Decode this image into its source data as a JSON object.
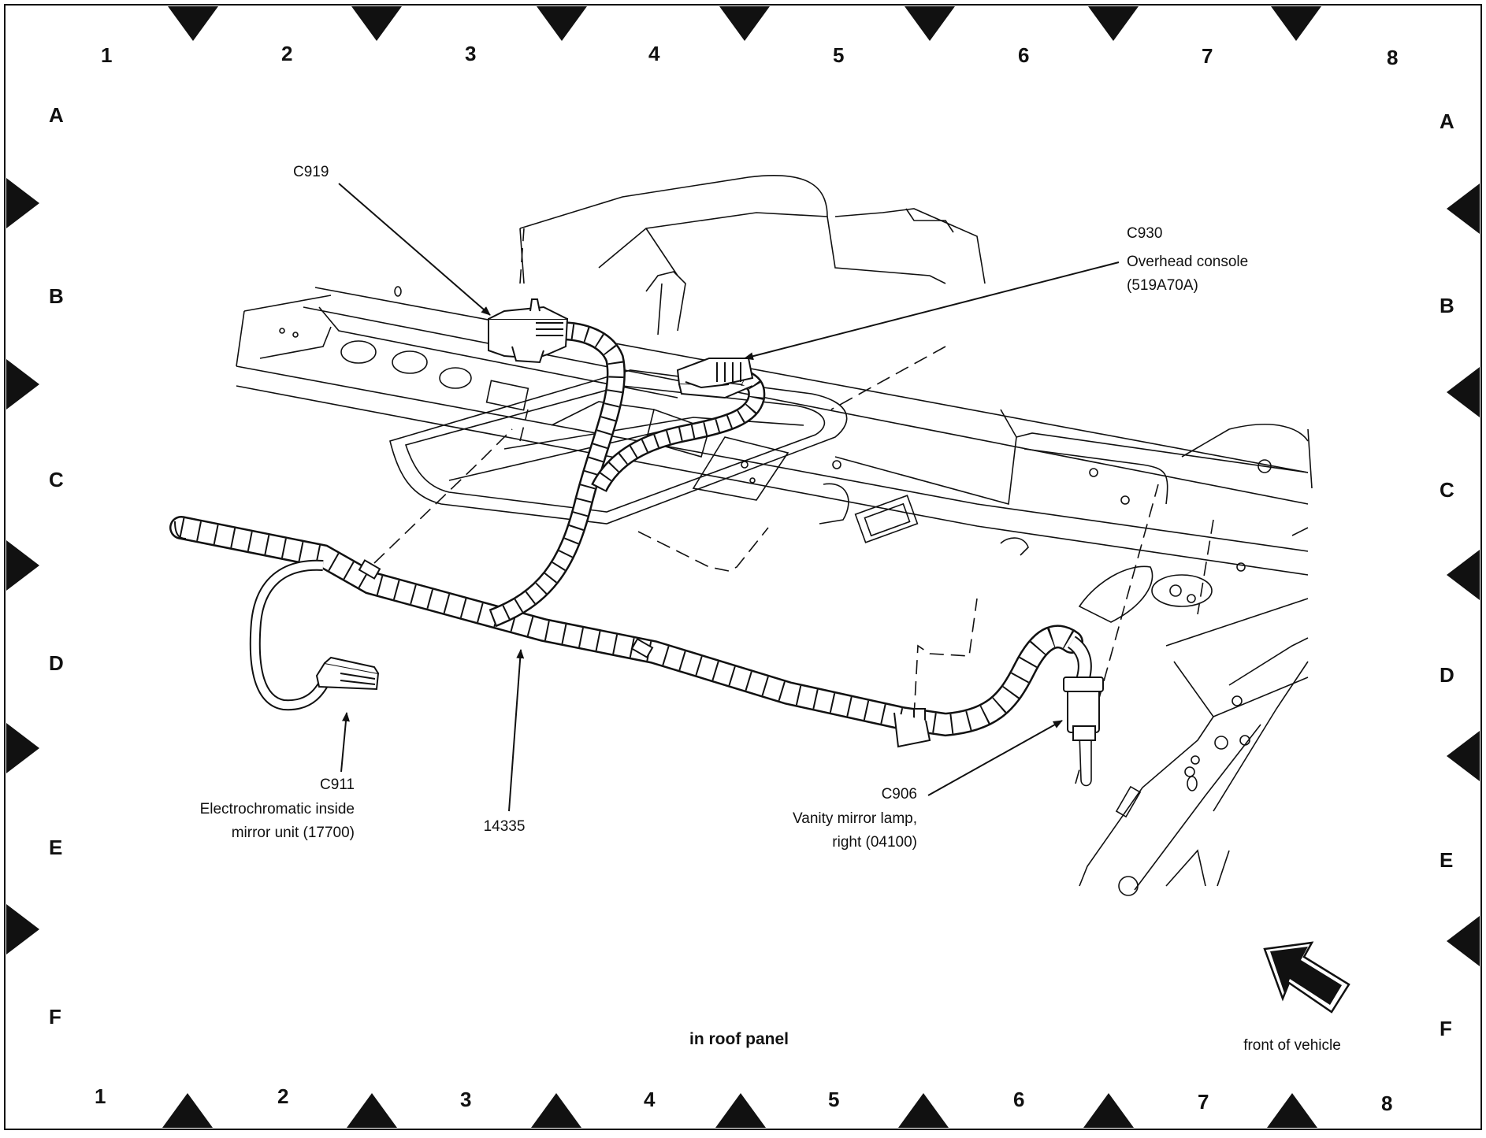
{
  "grid": {
    "columns": [
      "1",
      "2",
      "3",
      "4",
      "5",
      "6",
      "7",
      "8"
    ],
    "rows": [
      "A",
      "B",
      "C",
      "D",
      "E",
      "F"
    ]
  },
  "callouts": {
    "c919": {
      "id": "C919"
    },
    "c930": {
      "id": "C930",
      "line1": "Overhead console",
      "line2": "(519A70A)"
    },
    "c911": {
      "id": "C911",
      "line1": "Electrochromatic inside",
      "line2": "mirror unit (17700)"
    },
    "harness": {
      "id": "14335"
    },
    "c906": {
      "id": "C906",
      "line1": "Vanity mirror lamp,",
      "line2": "right (04100)"
    }
  },
  "caption": "in roof panel",
  "orientation": {
    "label": "front of vehicle",
    "icon": "front-arrow-icon"
  },
  "colors": {
    "ink": "#111111",
    "paper": "#ffffff"
  }
}
